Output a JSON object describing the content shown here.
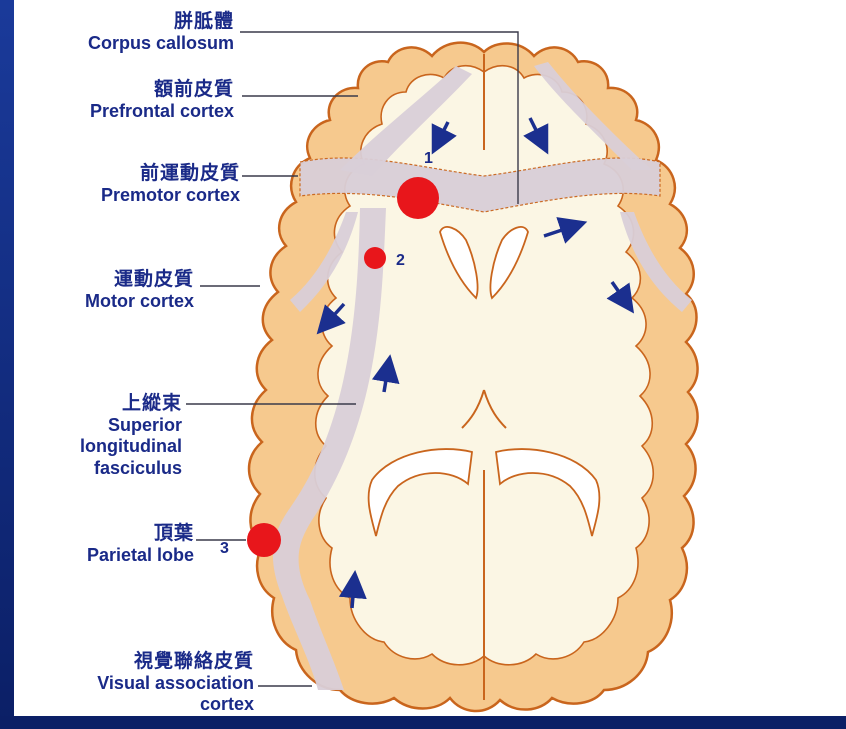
{
  "labels": {
    "corpus_callosum": {
      "zh": "胼胝體",
      "en": "Corpus callosum"
    },
    "prefrontal": {
      "zh": "額前皮質",
      "en": "Prefrontal cortex"
    },
    "premotor": {
      "zh": "前運動皮質",
      "en": "Premotor cortex"
    },
    "motor": {
      "zh": "運動皮質",
      "en": "Motor cortex"
    },
    "slf": {
      "zh": "上縱束",
      "en_lines": [
        "Superior",
        "longitudinal",
        "fasciculus"
      ]
    },
    "parietal": {
      "zh": "頂葉",
      "en": "Parietal lobe"
    },
    "visual": {
      "zh": "視覺聯絡皮質",
      "en_lines": [
        "Visual association",
        "cortex"
      ]
    }
  },
  "markers": {
    "one": "1",
    "two": "2",
    "three": "3"
  },
  "colors": {
    "cortex_fill": "#f6c98e",
    "cortex_stroke": "#c9651d",
    "white_matter": "#fbf6e4",
    "tract": "#d9cfd8",
    "lesion": "#e8161b",
    "arrow": "#1b2f8f",
    "label": "#1a2a88",
    "frame": "#0b1f66"
  }
}
